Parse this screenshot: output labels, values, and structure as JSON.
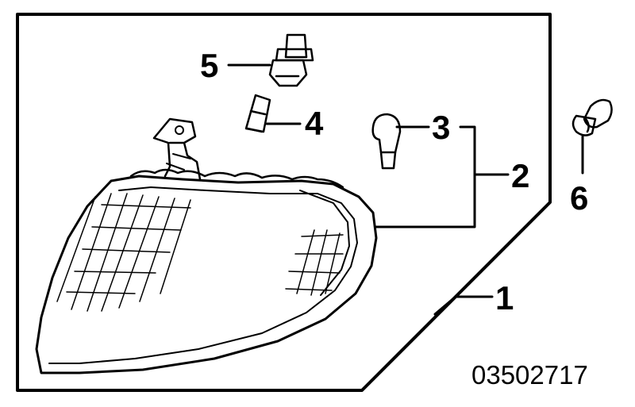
{
  "diagram": {
    "callouts": {
      "c1": "1",
      "c2": "2",
      "c3": "3",
      "c4": "4",
      "c5": "5",
      "c6": "6"
    },
    "part_number": "03502717"
  },
  "colors": {
    "line": "#000000",
    "background": "#ffffff"
  }
}
